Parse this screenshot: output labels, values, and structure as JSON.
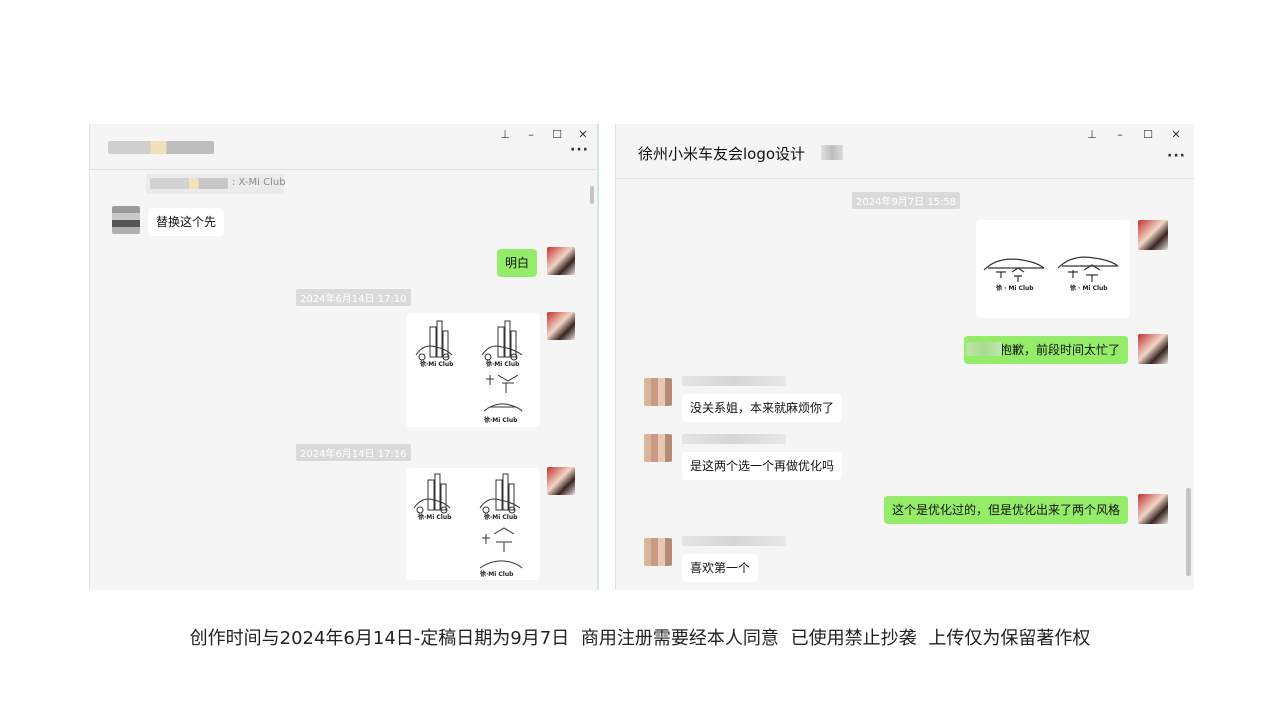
{
  "left_window": {
    "controls": [
      "pin-icon",
      "minimize-icon",
      "maximize-icon",
      "close-icon"
    ],
    "more_label": "···",
    "quote_text": ": X-Mi Club",
    "messages": [
      {
        "side": "in",
        "text": "替换这个先"
      },
      {
        "side": "out",
        "text": "明白"
      }
    ],
    "timestamps": [
      "2024年6月14日 17:10",
      "2024年6月14日 17:16"
    ],
    "logo_text": "徐·Mi Club"
  },
  "right_window": {
    "title": "徐州小米车友会logo设计",
    "more_label": "···",
    "timestamp": "2024年9月7日 15:58",
    "logo_text": "徐 · Mi Club",
    "messages": [
      {
        "side": "out",
        "text": "@      很抱歉，前段时间太忙了"
      },
      {
        "side": "in",
        "text": "没关系姐，本来就麻烦你了"
      },
      {
        "side": "in",
        "text": "是这两个选一个再做优化吗"
      },
      {
        "side": "out",
        "text": "这个是优化过的，但是优化出来了两个风格"
      },
      {
        "side": "in",
        "text": "喜欢第一个"
      }
    ]
  },
  "caption": "创作时间与2024年6月14日-定稿日期为9月7日  商用注册需要经本人同意  已使用禁止抄袭  上传仅为保留著作权"
}
